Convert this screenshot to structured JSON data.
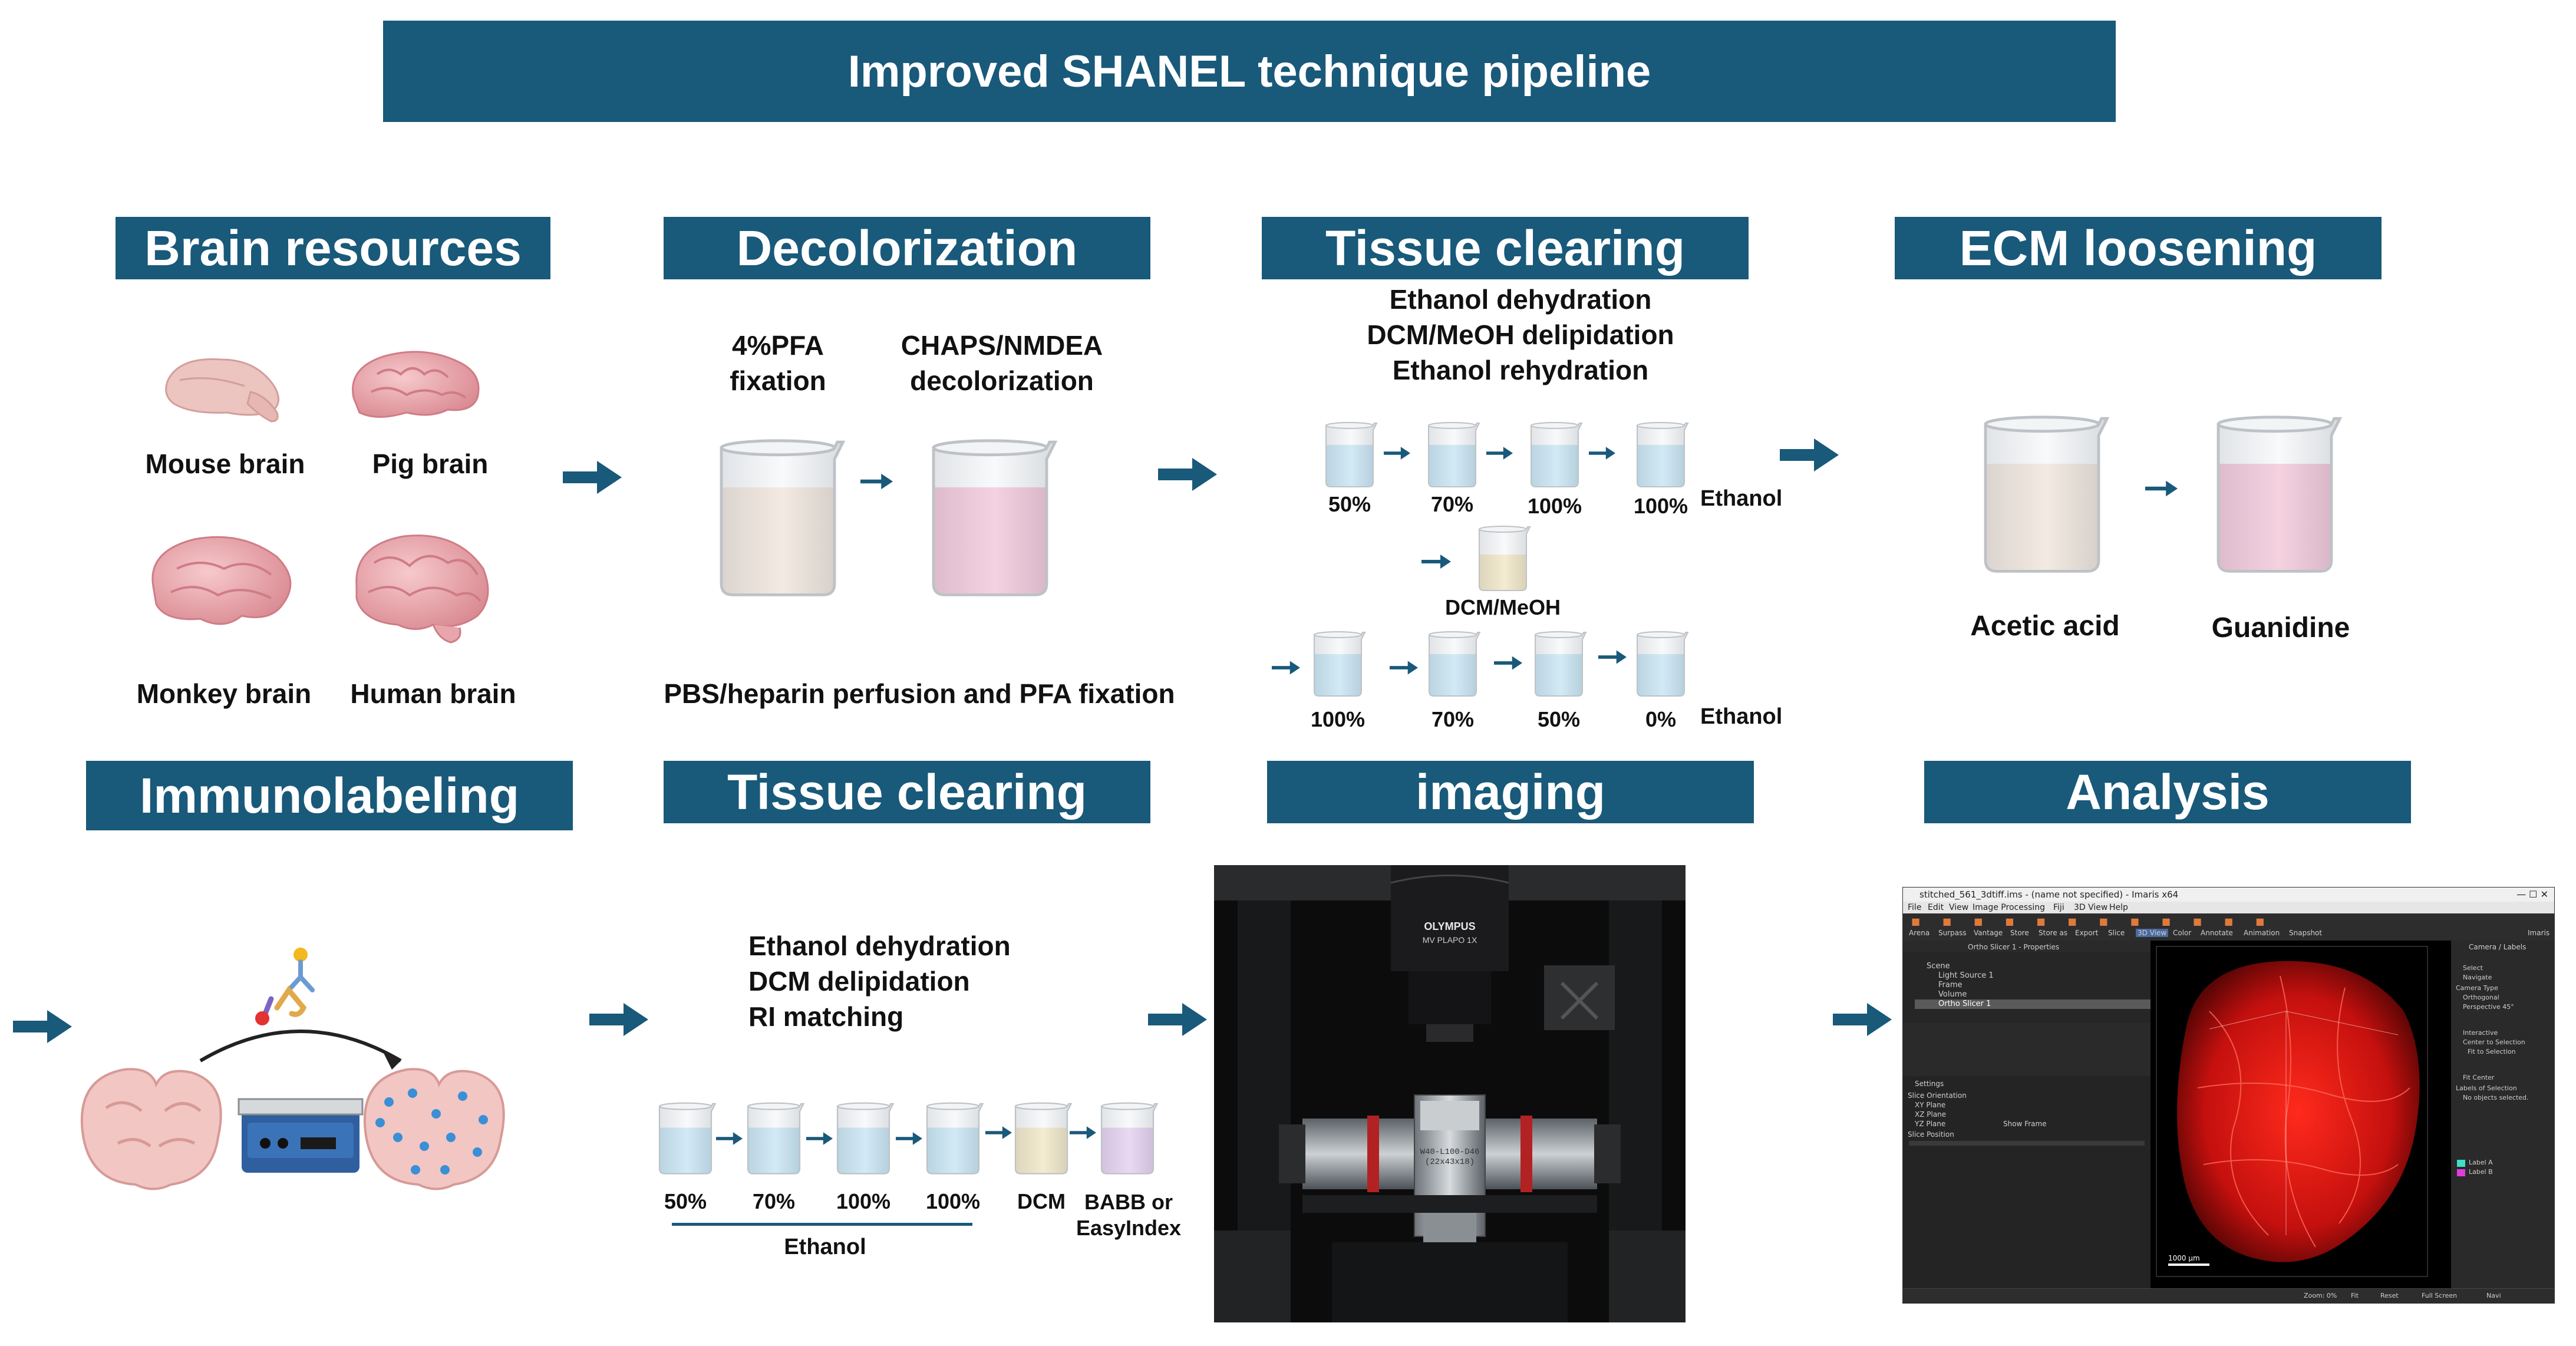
{
  "colors": {
    "header_bg": "#19597a",
    "arrow": "#19597a",
    "liquid_beige": "#f3dcc8",
    "liquid_pink": "#f7a6c4",
    "liquid_blue": "#a9dcf2",
    "liquid_yellow": "#f5e0a0",
    "liquid_purple": "#e0b6ec",
    "brain_pink": "#e9a3a8",
    "vessel_red": "#e3191b"
  },
  "title": "Improved SHANEL technique pipeline",
  "sections": {
    "brain_resources": {
      "header": "Brain resources",
      "mouse": "Mouse brain",
      "pig": "Pig brain",
      "monkey": "Monkey brain",
      "human": "Human brain"
    },
    "decolorization": {
      "header": "Decolorization",
      "step1": "4%PFA\nfixation",
      "step2": "CHAPS/NMDEA\ndecolorization",
      "footer": "PBS/heparin perfusion and PFA fixation"
    },
    "tissue_clearing_1": {
      "header": "Tissue clearing",
      "step_lines": [
        "Ethanol dehydration",
        "DCM/MeOH delipidation",
        "Ethanol rehydration"
      ],
      "row1": [
        "50%",
        "70%",
        "100%",
        "100%"
      ],
      "row1_suffix": "Ethanol",
      "middle": "DCM/MeOH",
      "row2": [
        "100%",
        "70%",
        "50%",
        "0%"
      ],
      "row2_suffix": "Ethanol"
    },
    "ecm_loosening": {
      "header": "ECM loosening",
      "step1": "Acetic acid",
      "step2": "Guanidine"
    },
    "immunolabeling": {
      "header": "Immunolabeling"
    },
    "tissue_clearing_2": {
      "header": "Tissue clearing",
      "step_lines": [
        "Ethanol dehydration",
        "DCM delipidation",
        "RI matching"
      ],
      "beakers": [
        "50%",
        "70%",
        "100%",
        "100%",
        "DCM",
        "BABB or\nEasyIndex"
      ],
      "bracket_label": "Ethanol"
    },
    "imaging": {
      "header": "imaging",
      "objective_brand": "OLYMPUS",
      "objective_model": "MV PLAPO 1X",
      "chamber_text": "W40-L100-D46\n(22x43x18)"
    },
    "analysis": {
      "header": "Analysis",
      "window_title": "stitched_561_3dtiff.ims - (name not specified) - Imaris x64",
      "menu": [
        "File",
        "Edit",
        "View",
        "Image Processing",
        "Fiji",
        "3D View",
        "Help"
      ],
      "toolbar": [
        "Arena",
        "Surpass",
        "Vantage",
        "Store",
        "Store as",
        "Export",
        "Slice",
        "3D View",
        "Color",
        "Annotate",
        "Animation",
        "Snapshot",
        "Imaris"
      ],
      "scene_items": [
        "Scene",
        "Light Source 1",
        "Frame",
        "Volume",
        "Ortho Slicer 1"
      ],
      "panel_title": "Ortho Slicer 1 - Properties",
      "right_panel": [
        "Camera / Labels",
        "Select",
        "Navigate",
        "Camera Type",
        "Orthogonal",
        "Perspective 45°",
        "Interactive",
        "Center to Selection",
        "Fit to Selection",
        "Fit Center",
        "Labels of Selection",
        "No objects selected."
      ],
      "labels": [
        "Label A",
        "Label B"
      ],
      "label_colors": [
        "#3ee0c8",
        "#e33be0"
      ],
      "settings": [
        "Settings",
        "Slice Orientation",
        "XY Plane",
        "XZ Plane",
        "YZ Plane",
        "Slice Position",
        "Show Frame"
      ],
      "scale_bar": "1000 µm",
      "status": [
        "Zoom: 0%",
        "Fit",
        "Reset",
        "Full Screen",
        "Navi"
      ]
    }
  }
}
